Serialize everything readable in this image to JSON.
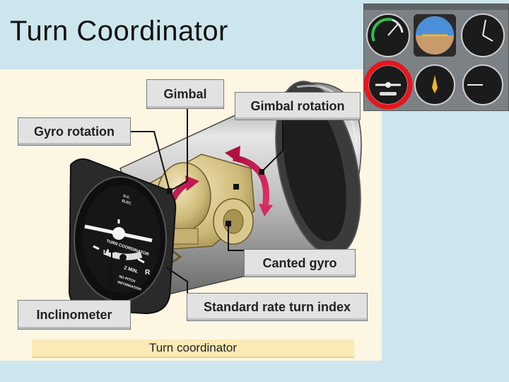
{
  "slide": {
    "title": "Turn Coordinator"
  },
  "figure": {
    "callouts": {
      "gimbal": "Gimbal",
      "gimbal_rotation": "Gimbal rotation",
      "gyro_rotation": "Gyro rotation",
      "canted_gyro": "Canted gyro",
      "inclinometer": "Inclinometer",
      "standard_rate": "Standard rate turn index"
    },
    "caption": "Turn coordinator",
    "instrument_face": {
      "label": "TURN COORDINATOR",
      "left_mark": "L",
      "right_mark": "R",
      "time_text": "2 MIN.",
      "info_line1": "NO PITCH",
      "info_line2": "INFORMATION",
      "elec_line1": "D.C.",
      "elec_line2": "ELEC."
    }
  },
  "panel": {
    "highlight_color": "#e8141c"
  }
}
